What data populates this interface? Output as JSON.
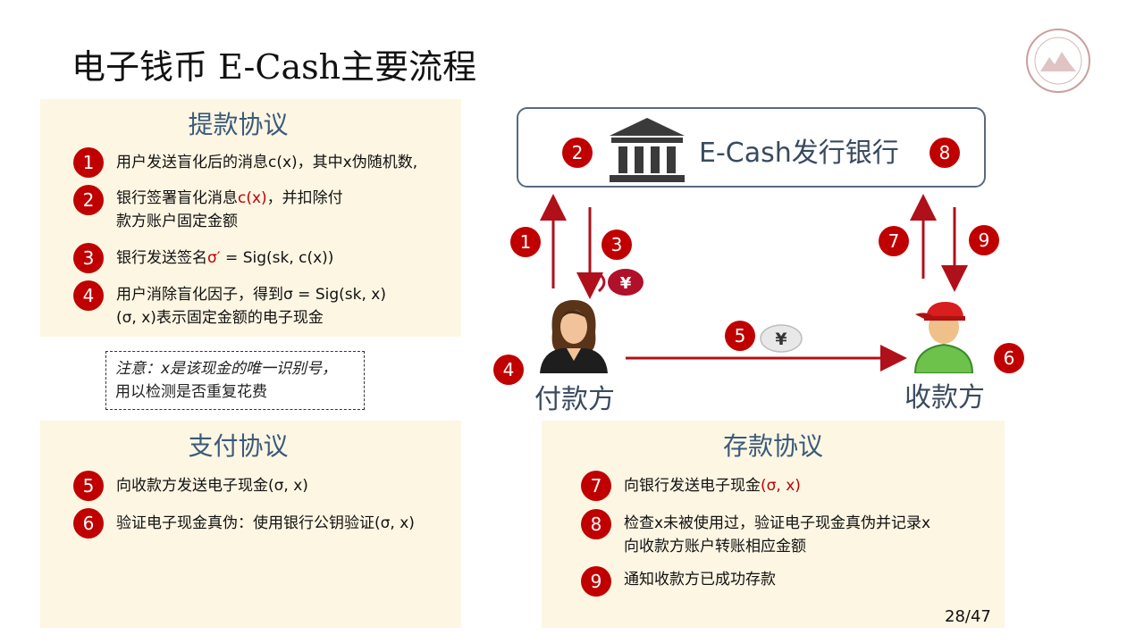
{
  "title": "电子钱币 E-Cash主要流程",
  "page_number": "28/47",
  "withdraw": {
    "title": "提款协议",
    "steps": [
      {
        "num": "1",
        "text": "用户发送盲化后的消息c(x)，其中x伪随机数,"
      },
      {
        "num": "2",
        "line1": "银行签署盲化消息",
        "line1_red": "c(x)",
        "line1_end": "，并扣除付",
        "line2": "款方账户固定金额"
      },
      {
        "num": "3",
        "text": "银行发送签名",
        "text_red": "σ′",
        "text_end": " = Sig(sk, c(x))"
      },
      {
        "num": "4",
        "line1": "用户消除盲化因子，得到σ = Sig(sk, x)",
        "line2": "(σ, x)表示固定金额的电子现金"
      }
    ]
  },
  "note": {
    "line1": "注意：x是该现金的唯一识别号，",
    "line2": "用以检测是否重复花费"
  },
  "pay": {
    "title": "支付协议",
    "steps": [
      {
        "num": "5",
        "text": "向收款方发送电子现金(σ, x)"
      },
      {
        "num": "6",
        "text": "验证电子现金真伪：使用银行公钥验证(σ, x)"
      }
    ]
  },
  "deposit": {
    "title": "存款协议",
    "steps": [
      {
        "num": "7",
        "text": "向银行发送电子现金",
        "text_red": "(σ, x)"
      },
      {
        "num": "8",
        "line1": "检查x未被使用过，验证电子现金真伪并记录x",
        "line2": "向收款方账户转账相应金额"
      },
      {
        "num": "9",
        "text": "通知收款方已成功存款"
      }
    ]
  },
  "diagram": {
    "bank_label": "E-Cash发行银行",
    "payer_label": "付款方",
    "payee_label": "收款方",
    "yen_symbol": "¥",
    "badges": {
      "b1": "1",
      "b2": "2",
      "b3": "3",
      "b4": "4",
      "b5": "5",
      "b6": "6",
      "b7": "7",
      "b8": "8",
      "b9": "9"
    }
  },
  "colors": {
    "accent_red": "#c00000",
    "panel_bg": "#fdf6e3",
    "heading_blue": "#3a5a7a",
    "arrow_red": "#b0101a"
  }
}
